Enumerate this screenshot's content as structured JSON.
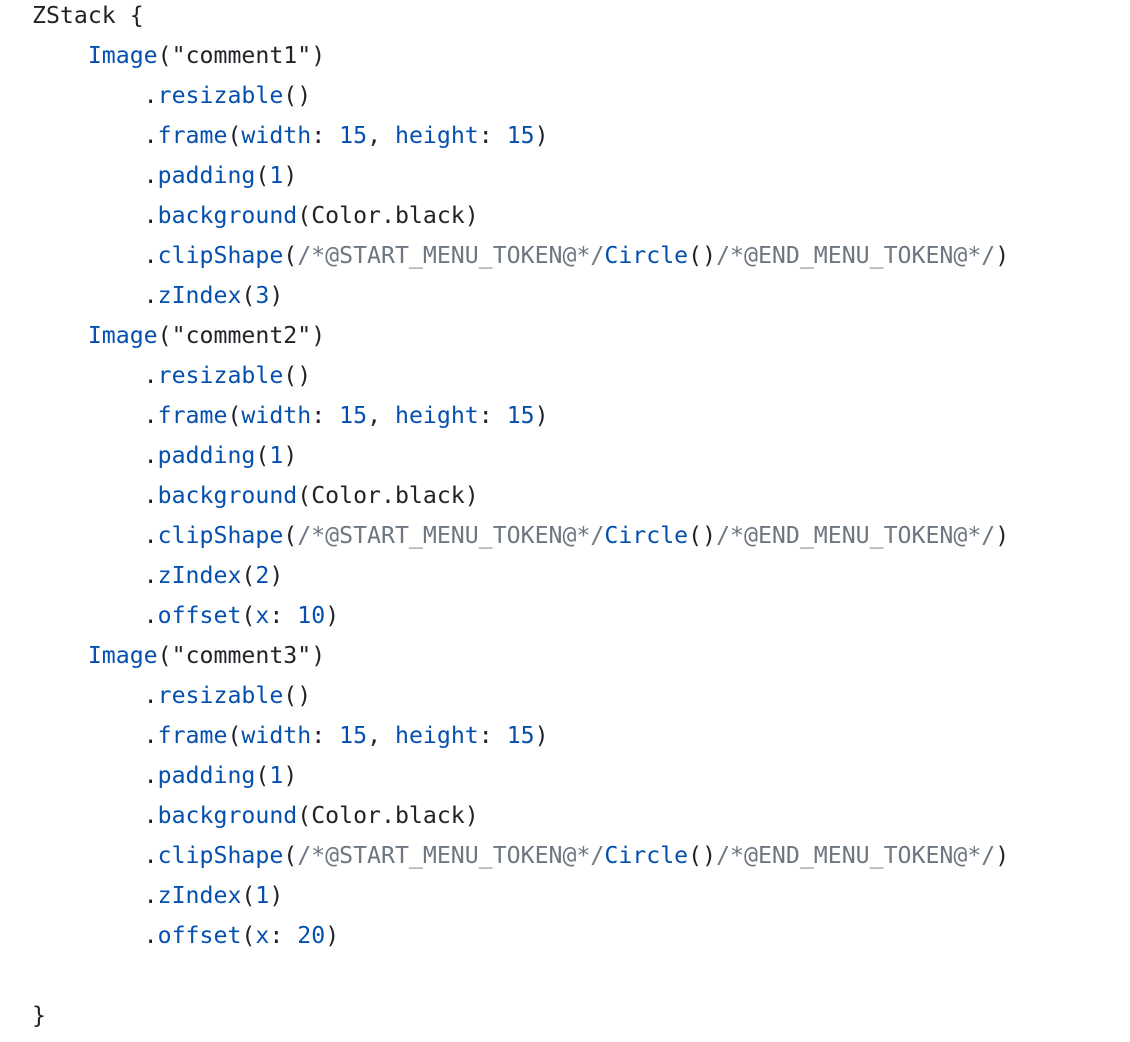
{
  "colors": {
    "background": "#ffffff",
    "plain": "#1f2328",
    "function": "#0550ae",
    "number": "#0550ae",
    "comment": "#6e7781"
  },
  "code": {
    "lines": [
      [
        {
          "t": "ZStack {",
          "c": "plain"
        }
      ],
      [
        {
          "t": "    ",
          "c": "plain"
        },
        {
          "t": "Image",
          "c": "fn"
        },
        {
          "t": "(\"comment1\")",
          "c": "plain"
        }
      ],
      [
        {
          "t": "        .",
          "c": "plain"
        },
        {
          "t": "resizable",
          "c": "fn"
        },
        {
          "t": "()",
          "c": "plain"
        }
      ],
      [
        {
          "t": "        .",
          "c": "plain"
        },
        {
          "t": "frame",
          "c": "fn"
        },
        {
          "t": "(",
          "c": "plain"
        },
        {
          "t": "width",
          "c": "fn"
        },
        {
          "t": ": ",
          "c": "plain"
        },
        {
          "t": "15",
          "c": "num"
        },
        {
          "t": ", ",
          "c": "plain"
        },
        {
          "t": "height",
          "c": "fn"
        },
        {
          "t": ": ",
          "c": "plain"
        },
        {
          "t": "15",
          "c": "num"
        },
        {
          "t": ")",
          "c": "plain"
        }
      ],
      [
        {
          "t": "        .",
          "c": "plain"
        },
        {
          "t": "padding",
          "c": "fn"
        },
        {
          "t": "(",
          "c": "plain"
        },
        {
          "t": "1",
          "c": "num"
        },
        {
          "t": ")",
          "c": "plain"
        }
      ],
      [
        {
          "t": "        .",
          "c": "plain"
        },
        {
          "t": "background",
          "c": "fn"
        },
        {
          "t": "(Color.black)",
          "c": "plain"
        }
      ],
      [
        {
          "t": "        .",
          "c": "plain"
        },
        {
          "t": "clipShape",
          "c": "fn"
        },
        {
          "t": "(",
          "c": "plain"
        },
        {
          "t": "/*@START_MENU_TOKEN@*/",
          "c": "comment"
        },
        {
          "t": "Circle",
          "c": "fn"
        },
        {
          "t": "()",
          "c": "plain"
        },
        {
          "t": "/*@END_MENU_TOKEN@*/",
          "c": "comment"
        },
        {
          "t": ")",
          "c": "plain"
        }
      ],
      [
        {
          "t": "        .",
          "c": "plain"
        },
        {
          "t": "zIndex",
          "c": "fn"
        },
        {
          "t": "(",
          "c": "plain"
        },
        {
          "t": "3",
          "c": "num"
        },
        {
          "t": ")",
          "c": "plain"
        }
      ],
      [
        {
          "t": "    ",
          "c": "plain"
        },
        {
          "t": "Image",
          "c": "fn"
        },
        {
          "t": "(\"comment2\")",
          "c": "plain"
        }
      ],
      [
        {
          "t": "        .",
          "c": "plain"
        },
        {
          "t": "resizable",
          "c": "fn"
        },
        {
          "t": "()",
          "c": "plain"
        }
      ],
      [
        {
          "t": "        .",
          "c": "plain"
        },
        {
          "t": "frame",
          "c": "fn"
        },
        {
          "t": "(",
          "c": "plain"
        },
        {
          "t": "width",
          "c": "fn"
        },
        {
          "t": ": ",
          "c": "plain"
        },
        {
          "t": "15",
          "c": "num"
        },
        {
          "t": ", ",
          "c": "plain"
        },
        {
          "t": "height",
          "c": "fn"
        },
        {
          "t": ": ",
          "c": "plain"
        },
        {
          "t": "15",
          "c": "num"
        },
        {
          "t": ")",
          "c": "plain"
        }
      ],
      [
        {
          "t": "        .",
          "c": "plain"
        },
        {
          "t": "padding",
          "c": "fn"
        },
        {
          "t": "(",
          "c": "plain"
        },
        {
          "t": "1",
          "c": "num"
        },
        {
          "t": ")",
          "c": "plain"
        }
      ],
      [
        {
          "t": "        .",
          "c": "plain"
        },
        {
          "t": "background",
          "c": "fn"
        },
        {
          "t": "(Color.black)",
          "c": "plain"
        }
      ],
      [
        {
          "t": "        .",
          "c": "plain"
        },
        {
          "t": "clipShape",
          "c": "fn"
        },
        {
          "t": "(",
          "c": "plain"
        },
        {
          "t": "/*@START_MENU_TOKEN@*/",
          "c": "comment"
        },
        {
          "t": "Circle",
          "c": "fn"
        },
        {
          "t": "()",
          "c": "plain"
        },
        {
          "t": "/*@END_MENU_TOKEN@*/",
          "c": "comment"
        },
        {
          "t": ")",
          "c": "plain"
        }
      ],
      [
        {
          "t": "        .",
          "c": "plain"
        },
        {
          "t": "zIndex",
          "c": "fn"
        },
        {
          "t": "(",
          "c": "plain"
        },
        {
          "t": "2",
          "c": "num"
        },
        {
          "t": ")",
          "c": "plain"
        }
      ],
      [
        {
          "t": "        .",
          "c": "plain"
        },
        {
          "t": "offset",
          "c": "fn"
        },
        {
          "t": "(",
          "c": "plain"
        },
        {
          "t": "x",
          "c": "fn"
        },
        {
          "t": ": ",
          "c": "plain"
        },
        {
          "t": "10",
          "c": "num"
        },
        {
          "t": ")",
          "c": "plain"
        }
      ],
      [
        {
          "t": "    ",
          "c": "plain"
        },
        {
          "t": "Image",
          "c": "fn"
        },
        {
          "t": "(\"comment3\")",
          "c": "plain"
        }
      ],
      [
        {
          "t": "        .",
          "c": "plain"
        },
        {
          "t": "resizable",
          "c": "fn"
        },
        {
          "t": "()",
          "c": "plain"
        }
      ],
      [
        {
          "t": "        .",
          "c": "plain"
        },
        {
          "t": "frame",
          "c": "fn"
        },
        {
          "t": "(",
          "c": "plain"
        },
        {
          "t": "width",
          "c": "fn"
        },
        {
          "t": ": ",
          "c": "plain"
        },
        {
          "t": "15",
          "c": "num"
        },
        {
          "t": ", ",
          "c": "plain"
        },
        {
          "t": "height",
          "c": "fn"
        },
        {
          "t": ": ",
          "c": "plain"
        },
        {
          "t": "15",
          "c": "num"
        },
        {
          "t": ")",
          "c": "plain"
        }
      ],
      [
        {
          "t": "        .",
          "c": "plain"
        },
        {
          "t": "padding",
          "c": "fn"
        },
        {
          "t": "(",
          "c": "plain"
        },
        {
          "t": "1",
          "c": "num"
        },
        {
          "t": ")",
          "c": "plain"
        }
      ],
      [
        {
          "t": "        .",
          "c": "plain"
        },
        {
          "t": "background",
          "c": "fn"
        },
        {
          "t": "(Color.black)",
          "c": "plain"
        }
      ],
      [
        {
          "t": "        .",
          "c": "plain"
        },
        {
          "t": "clipShape",
          "c": "fn"
        },
        {
          "t": "(",
          "c": "plain"
        },
        {
          "t": "/*@START_MENU_TOKEN@*/",
          "c": "comment"
        },
        {
          "t": "Circle",
          "c": "fn"
        },
        {
          "t": "()",
          "c": "plain"
        },
        {
          "t": "/*@END_MENU_TOKEN@*/",
          "c": "comment"
        },
        {
          "t": ")",
          "c": "plain"
        }
      ],
      [
        {
          "t": "        .",
          "c": "plain"
        },
        {
          "t": "zIndex",
          "c": "fn"
        },
        {
          "t": "(",
          "c": "plain"
        },
        {
          "t": "1",
          "c": "num"
        },
        {
          "t": ")",
          "c": "plain"
        }
      ],
      [
        {
          "t": "        .",
          "c": "plain"
        },
        {
          "t": "offset",
          "c": "fn"
        },
        {
          "t": "(",
          "c": "plain"
        },
        {
          "t": "x",
          "c": "fn"
        },
        {
          "t": ": ",
          "c": "plain"
        },
        {
          "t": "20",
          "c": "num"
        },
        {
          "t": ")",
          "c": "plain"
        }
      ],
      [
        {
          "t": "",
          "c": "plain"
        }
      ],
      [
        {
          "t": "}",
          "c": "plain"
        }
      ]
    ]
  }
}
